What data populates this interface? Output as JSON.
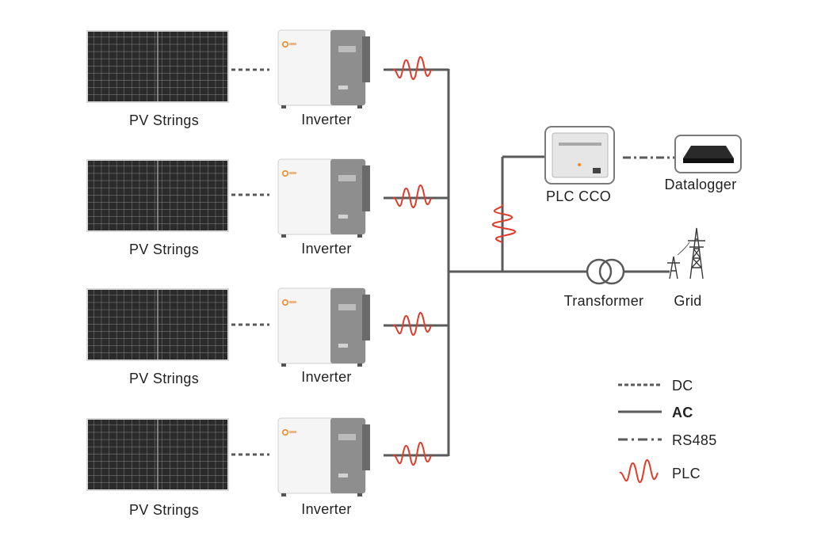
{
  "rows": [
    {
      "panel_label": "PV Strings",
      "inverter_label": "Inverter"
    },
    {
      "panel_label": "PV Strings",
      "inverter_label": "Inverter"
    },
    {
      "panel_label": "PV Strings",
      "inverter_label": "Inverter"
    },
    {
      "panel_label": "PV Strings",
      "inverter_label": "Inverter"
    }
  ],
  "plc_cco_label": "PLC CCO",
  "datalogger_label": "Datalogger",
  "transformer_label": "Transformer",
  "grid_label": "Grid",
  "legend": [
    {
      "line": "dc",
      "label": "DC"
    },
    {
      "line": "ac",
      "label": "AC"
    },
    {
      "line": "rs485",
      "label": "RS485"
    },
    {
      "line": "plc",
      "label": "PLC"
    }
  ],
  "colors": {
    "line": "#5a5a5a",
    "plc_wave": "#e23b2a",
    "panel": "#3a3a3a",
    "inverter_body": "#f4f4f4",
    "inverter_side": "#8c8c8c",
    "logo": "#f08a24"
  }
}
